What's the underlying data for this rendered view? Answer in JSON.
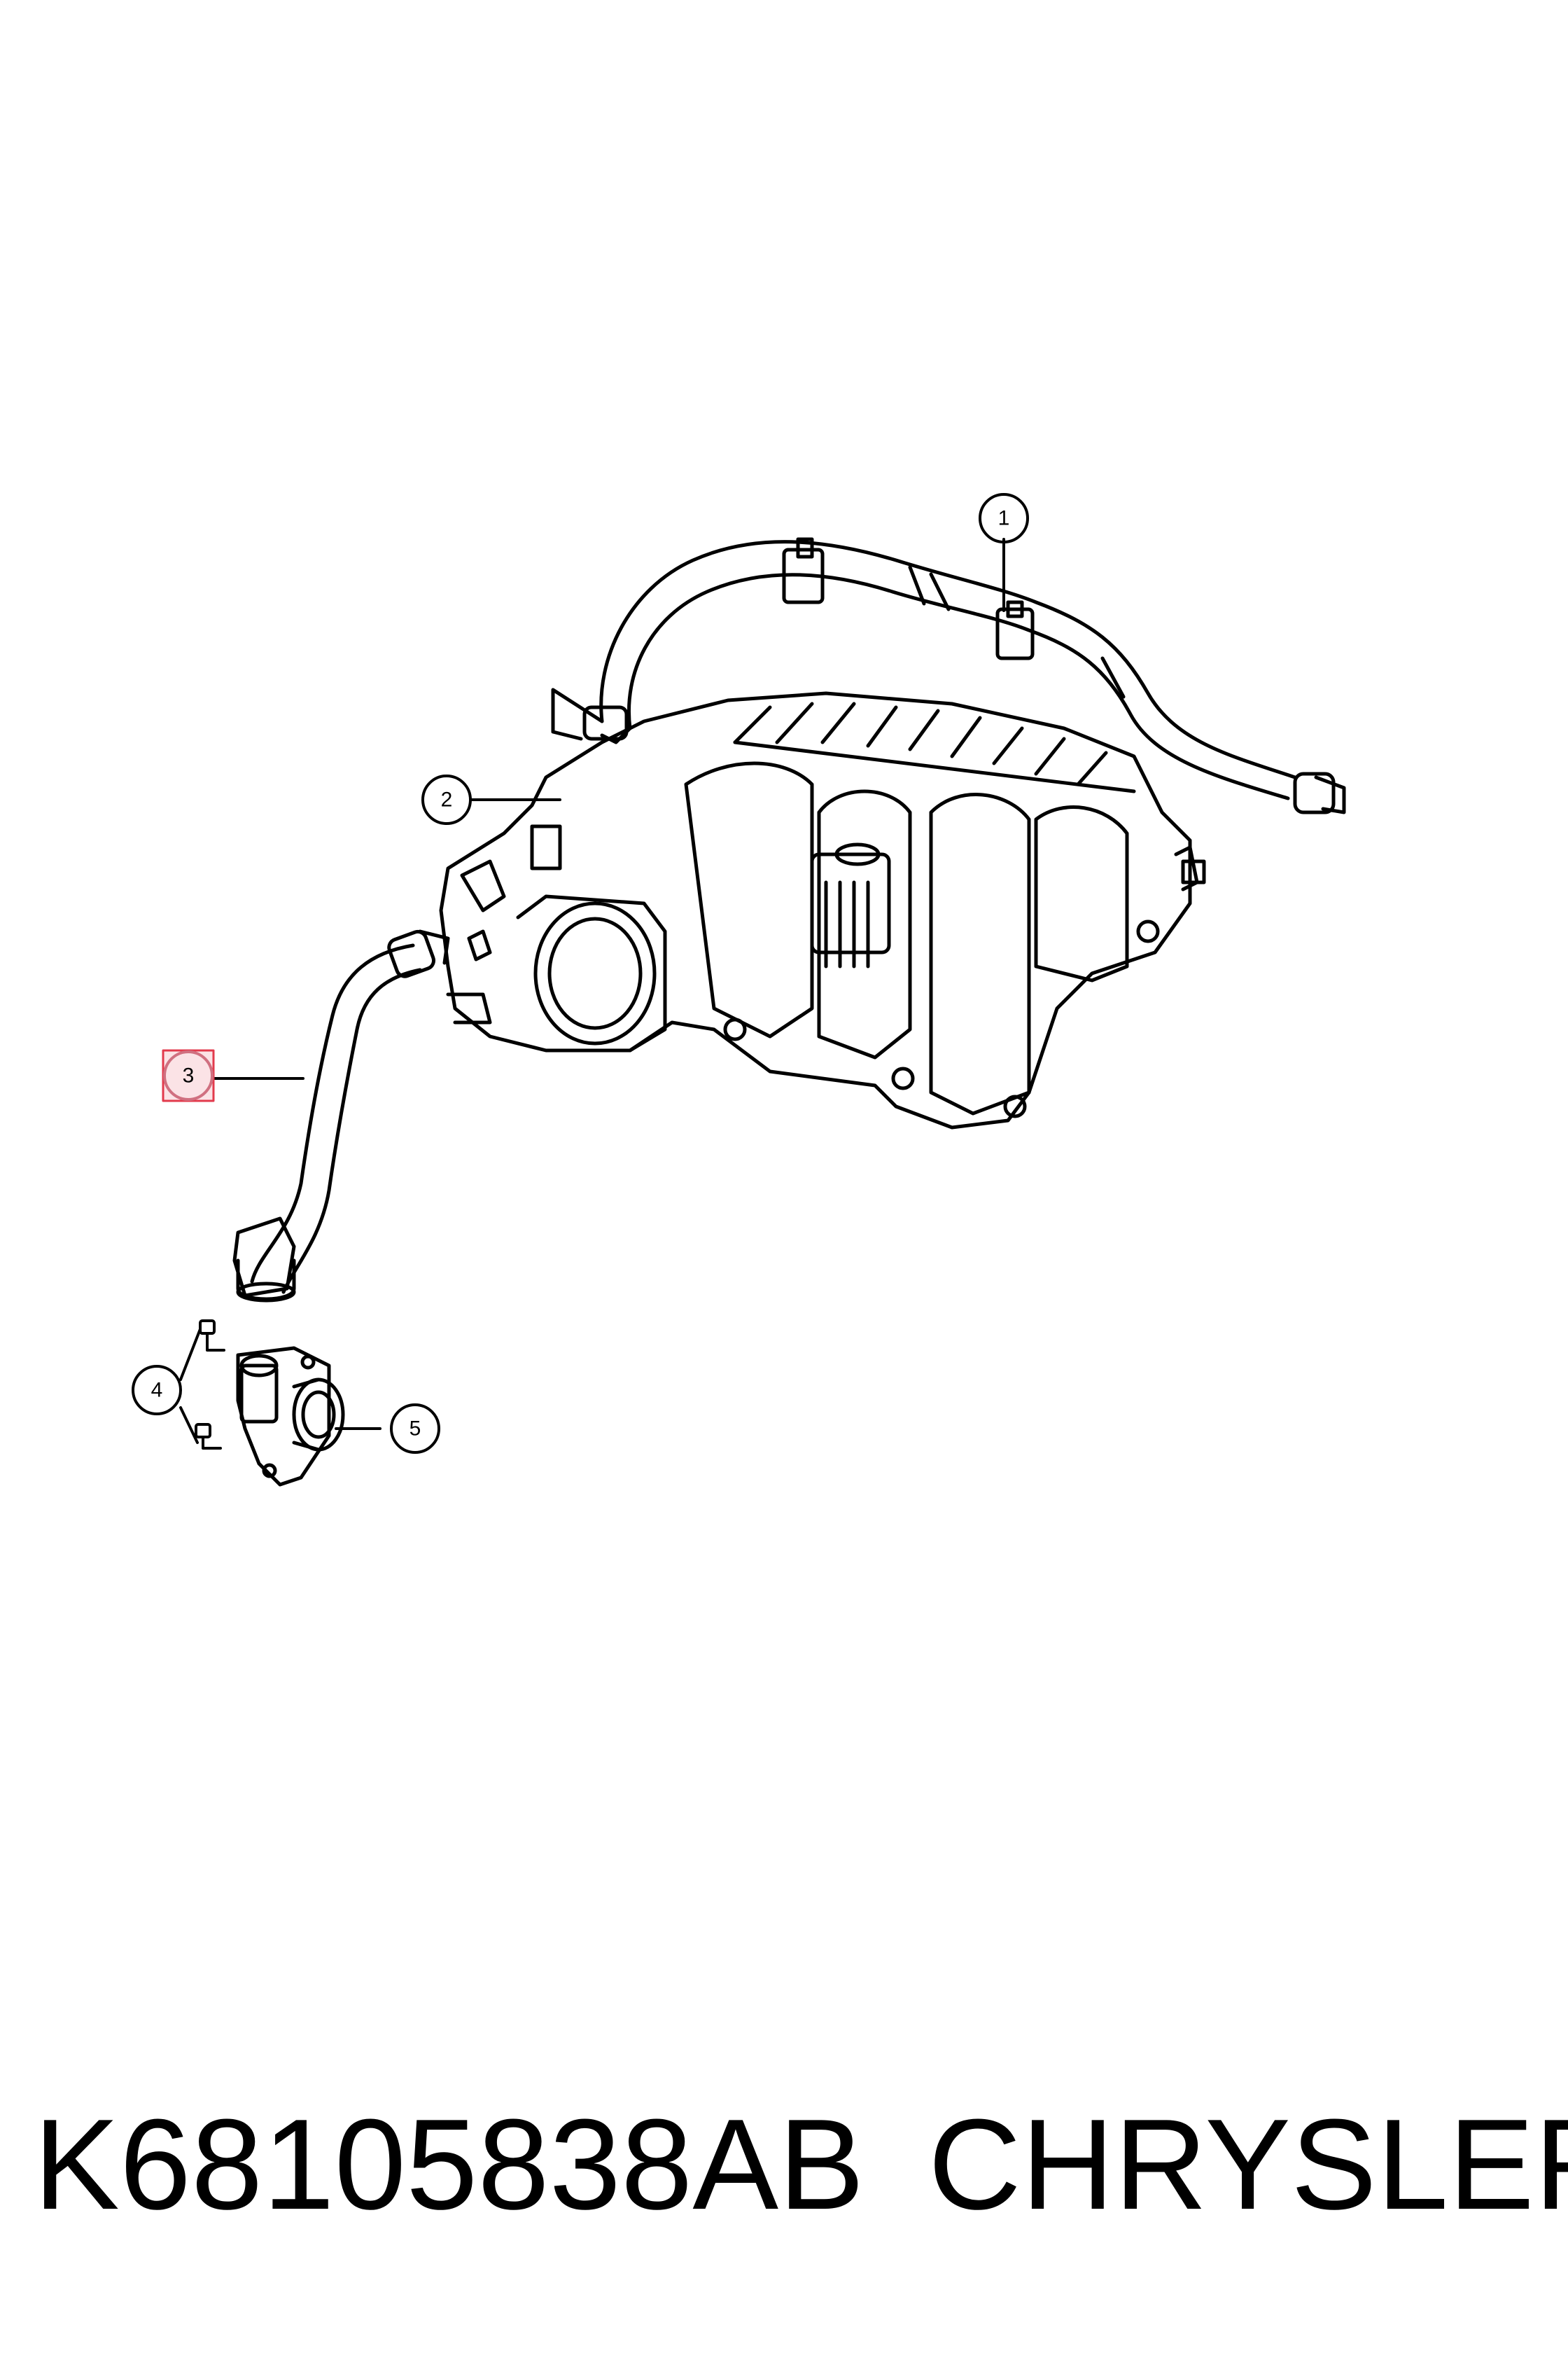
{
  "callouts": [
    {
      "id": "callout-1",
      "label": "1"
    },
    {
      "id": "callout-2",
      "label": "2"
    },
    {
      "id": "callout-3",
      "label": "3",
      "highlight_color": "#e23a4c"
    },
    {
      "id": "callout-4",
      "label": "4"
    },
    {
      "id": "callout-5",
      "label": "5"
    }
  ],
  "footer": {
    "part_number": "K68105838AB",
    "brand": "CHRYSLER"
  },
  "colors": {
    "line": "#000000",
    "background": "#ffffff",
    "highlight": "#e23a4c"
  }
}
